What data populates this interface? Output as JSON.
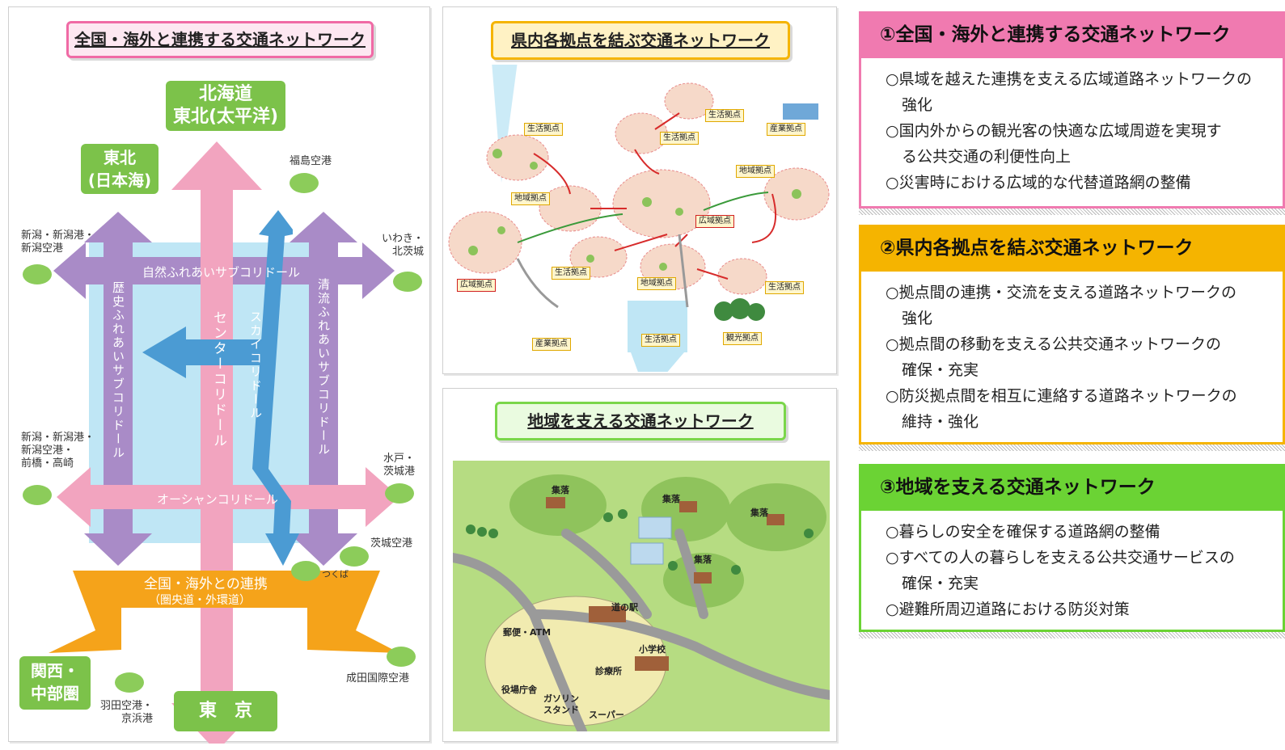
{
  "left_panel": {
    "title": "全国・海外と連携する交通ネットワーク",
    "top_box": "北海道\n東北(太平洋)",
    "tohoku_box": "東北\n(日本海)",
    "kansai_box": "関西・\n中部圏",
    "tokyo_box": "東　京",
    "labels": {
      "fukushima": "福島空港",
      "niigata_top": "新潟・新潟港・\n新潟空港",
      "iwaki": "いわき・\n北茨城",
      "niigata_mid": "新潟・新潟港・\n新潟空港・\n前橋・高崎",
      "mito": "水戸・\n茨城港",
      "ibaraki_airport": "茨城空港",
      "tsukuba": "つくば",
      "narita": "成田国際空港",
      "haneda": "羽田空港・\n京浜港"
    },
    "corridors": {
      "nature": "自然ふれあいサブコリドール",
      "history": "歴史ふれあいサブコリドール",
      "center": "センターコリドール",
      "sky": "スカイコリドール",
      "seiryu": "清流ふれあいサブコリドール",
      "ocean": "オーシャンコリドール",
      "national": "全国・海外との連携",
      "national_sub": "（圏央道・外環道）"
    }
  },
  "middle_top": {
    "title": "県内各拠点を結ぶ交通ネットワーク",
    "tags": [
      "生活拠点",
      "生活拠点",
      "生活拠点",
      "産業拠点",
      "地域拠点",
      "地域拠点",
      "広域拠点",
      "生活拠点",
      "広域拠点",
      "地域拠点",
      "生活拠点",
      "生活拠点",
      "産業拠点",
      "観光拠点"
    ]
  },
  "middle_bottom": {
    "title": "地域を支える交通ネットワーク",
    "labels": [
      "集落",
      "集落",
      "集落",
      "集落",
      "道の駅",
      "郵便・ATM",
      "小学校",
      "診療所",
      "役場庁舎",
      "ガソリン\nスタンド",
      "スーパー"
    ]
  },
  "sections": [
    {
      "heading": "①全国・海外と連携する交通ネットワーク",
      "color": "#f07ab0",
      "items": [
        "○県域を越えた連携を支える広域道路ネットワークの\n強化",
        "○国内外からの観光客の快適な広域周遊を実現す\nる公共交通の利便性向上",
        "○災害時における広域的な代替道路網の整備"
      ]
    },
    {
      "heading": "②県内各拠点を結ぶ交通ネットワーク",
      "color": "#f5b400",
      "items": [
        "○拠点間の連携・交流を支える道路ネットワークの\n強化",
        "○拠点間の移動を支える公共交通ネットワークの\n確保・充実",
        "○防災拠点間を相互に連絡する道路ネットワークの\n維持・強化"
      ]
    },
    {
      "heading": "③地域を支える交通ネットワーク",
      "color": "#6bd334",
      "items": [
        "○暮らしの安全を確保する道路網の整備",
        "○すべての人の暮らしを支える公共交通サービスの\n確保・充実",
        "○避難所周辺道路における防災対策"
      ]
    }
  ]
}
